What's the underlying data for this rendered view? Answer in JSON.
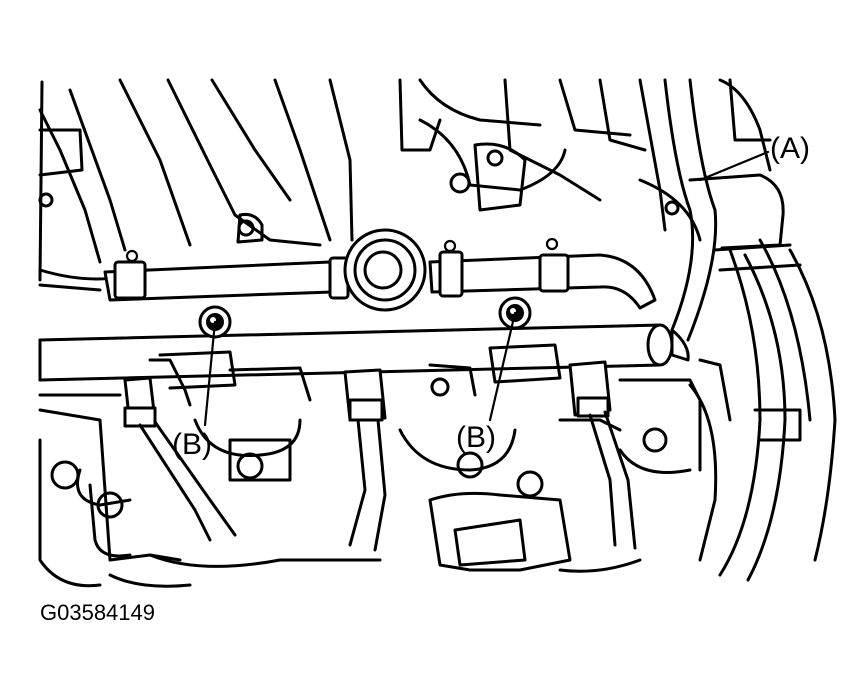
{
  "labels": {
    "a": "(A)",
    "b_left": "(B)",
    "b_right": "(B)"
  },
  "figure_code": "G03584149"
}
